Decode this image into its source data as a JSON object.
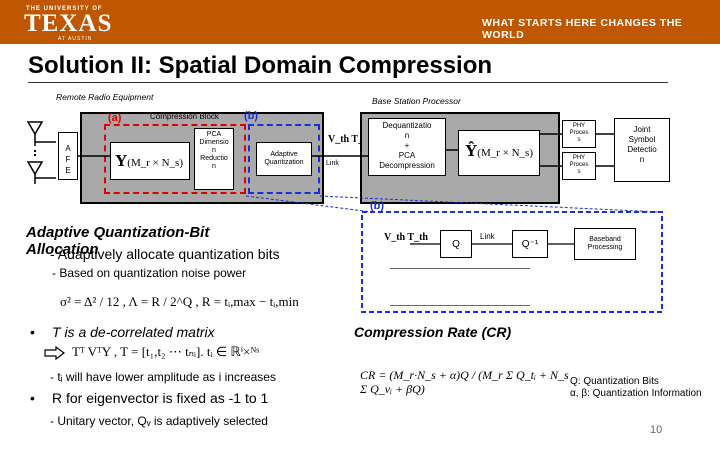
{
  "header": {
    "logo_top": "THE UNIVERSITY OF",
    "logo_main": "TEXAS",
    "logo_sub": "AT AUSTIN",
    "tagline": "WHAT STARTS HERE CHANGES THE WORLD",
    "brand_color": "#bf5700"
  },
  "slide": {
    "title": "Solution II: Spatial Domain Compression",
    "page_number": "10"
  },
  "diagram": {
    "rre_label": "Remote Radio Equipment",
    "bsp_label": "Base Station Processor",
    "label_a": "(a)",
    "label_b_top": "(b)",
    "label_b_bottom": "(b)",
    "compression_block": "Compression Block",
    "afe": "A\nF\nE",
    "y_mat": "Y",
    "y_dims": "(M_r × N_s)",
    "pca_box": "PCA\nDimensio\nn\nReductio\nn",
    "adaptive_q": "Adaptive\nQuantization",
    "link": "Link",
    "vth_t": "V_th T_th",
    "deq_box": "Dequantizatio\nn\n+\nPCA\nDecompression",
    "yhat_mat": "Ŷ",
    "phy1": "PHY\nProces\ns",
    "phy2": "PHY\nProces\ns",
    "joint": "Joint\nSymbol\nDetectio\nn",
    "q_box": "Q",
    "link2": "Link",
    "qinv_box": "Q⁻¹",
    "baseband": "Baseband\nProcessing",
    "colors": {
      "red": "#dd0000",
      "blue": "#1a2fd4",
      "gray": "#a9a9a9"
    }
  },
  "left": {
    "heading": "Adaptive Quantization-Bit Allocation",
    "point1": "- Adaptively allocate quantization bits",
    "point2": "- Based on quantization noise power",
    "bullet_t": "T is a de-correlated matrix",
    "eq_tt": "Tᵀ    VᵀY ,   T = [t₁,t₂ ⋯ tₙᵢ].  tᵢ ∈ ℝⁱ×ᴺˢ",
    "point_ti": "- tᵢ will have lower amplitude as i increases",
    "bullet_r": "R for eigenvector is fixed as -1 to 1",
    "point_unit": "- Unitary vector, Qᵥ is adaptively selected",
    "eq_sigma": "σ² =  Δ² / 12 ,   Λ = R / 2^Q ,   R = tᵢ,max − tᵢ,min"
  },
  "right": {
    "cr_heading": "Compression Rate (CR)",
    "cr_eq": "CR = (M_r·N_s + α)Q / (M_r Σ Q_tᵢ + N_s Σ Q_vᵢ + βQ)",
    "legend_q": "Q: Quantization Bits",
    "legend_ab": "α, β: Quantization Information"
  }
}
